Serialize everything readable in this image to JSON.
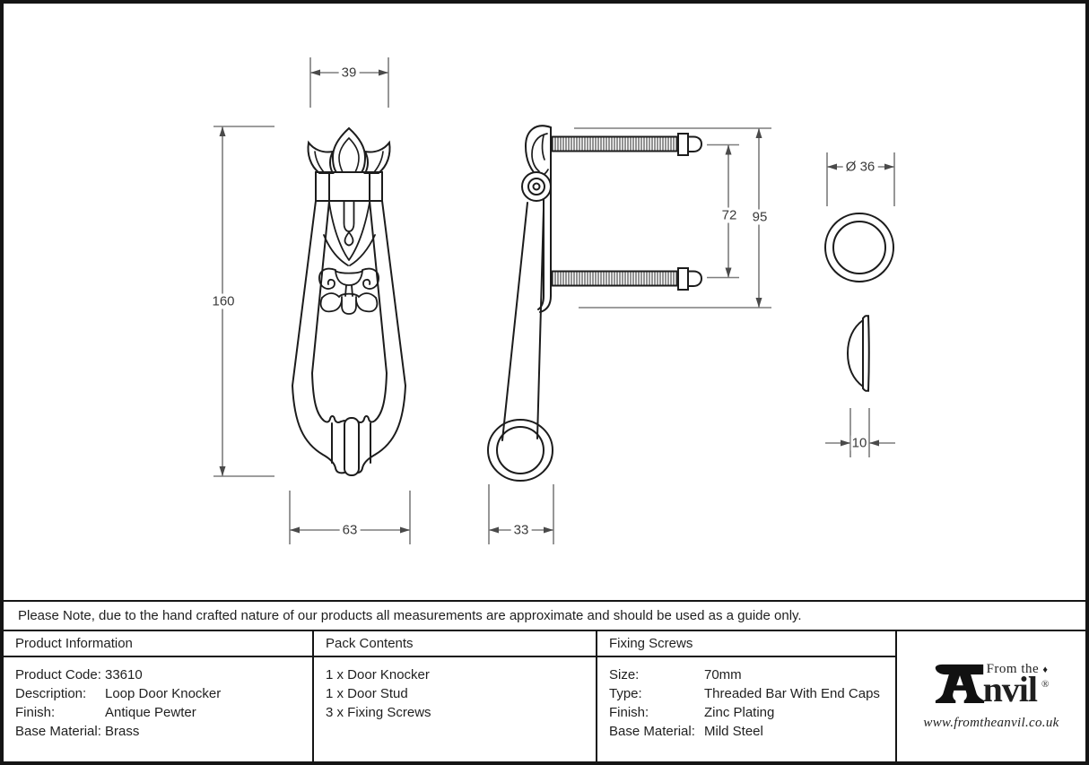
{
  "sheet": {
    "note": "Please Note, due to the hand crafted nature of our products all measurements are approximate and should be used as a guide only."
  },
  "drawing": {
    "dimensions": {
      "front_top_width": "39",
      "front_height": "160",
      "front_bottom_width": "63",
      "side_bottom_width": "33",
      "side_fixings_spacing": "72",
      "side_overall_height": "95",
      "stud_diameter": "Ø 36",
      "stud_depth": "10"
    }
  },
  "table": {
    "product_information": {
      "header": "Product Information",
      "rows": [
        {
          "label": "Product Code:",
          "value": "33610"
        },
        {
          "label": "Description:",
          "value": "Loop Door Knocker"
        },
        {
          "label": "Finish:",
          "value": "Antique Pewter"
        },
        {
          "label": "Base Material:",
          "value": "Brass"
        }
      ]
    },
    "pack_contents": {
      "header": "Pack Contents",
      "items": [
        "1 x Door Knocker",
        "1 x Door Stud",
        "3 x Fixing Screws"
      ]
    },
    "fixing_screws": {
      "header": "Fixing Screws",
      "rows": [
        {
          "label": "Size:",
          "value": "70mm"
        },
        {
          "label": "Type:",
          "value": "Threaded Bar With End Caps"
        },
        {
          "label": "Finish:",
          "value": "Zinc Plating"
        },
        {
          "label": "Base Material:",
          "value": "Mild Steel"
        }
      ]
    }
  },
  "logo": {
    "prefix": "From the",
    "diamond": "♦",
    "brand_display": "nvil",
    "brand_full": "Anvil",
    "registered_mark": "®",
    "website": "www.fromtheanvil.co.uk"
  },
  "colors": {
    "object_line": "#1c1c1c",
    "dimension_line": "#7d7d7d",
    "text": "#1f1f1f",
    "background": "#ffffff"
  }
}
